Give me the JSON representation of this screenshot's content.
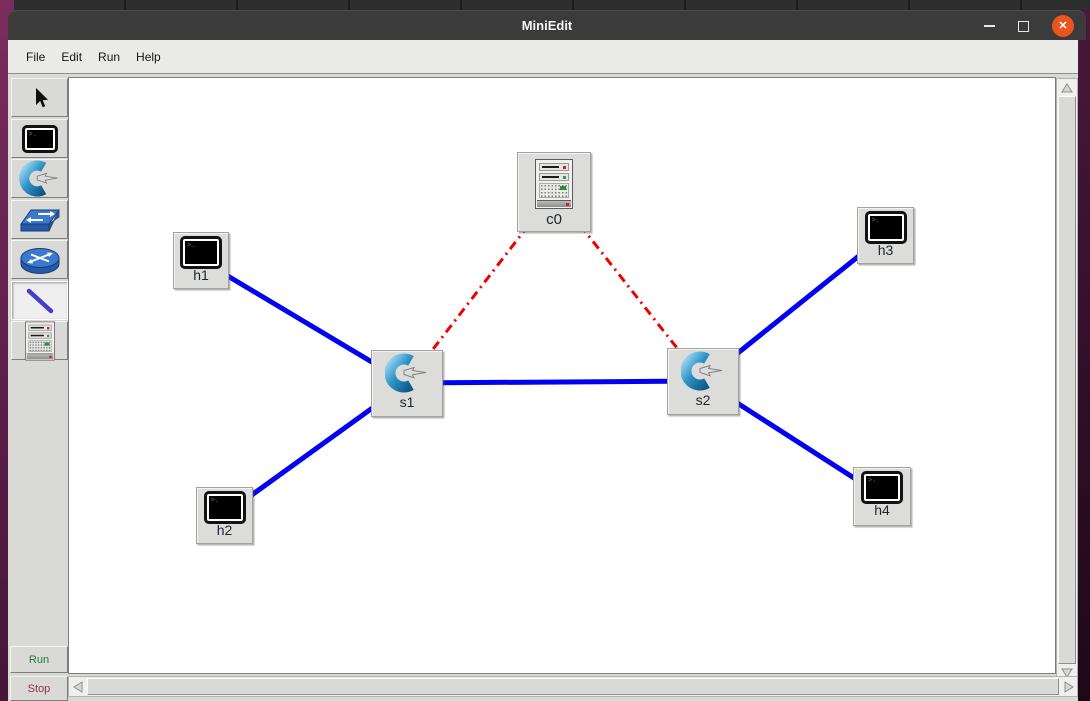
{
  "titlebar": {
    "title": "MiniEdit",
    "controls": {
      "minimize": "minimize",
      "maximize": "maximize",
      "close": "✕"
    }
  },
  "menubar": {
    "items": [
      "File",
      "Edit",
      "Run",
      "Help"
    ]
  },
  "toolbar": {
    "tools": [
      {
        "name": "select-tool",
        "icon": "cursor-icon"
      },
      {
        "name": "host-tool",
        "icon": "host-terminal-icon"
      },
      {
        "name": "switch-tool",
        "icon": "openflow-switch-icon"
      },
      {
        "name": "legacy-switch-tool",
        "icon": "legacy-switch-icon"
      },
      {
        "name": "legacy-router-tool",
        "icon": "legacy-router-icon"
      },
      {
        "name": "netlink-tool",
        "icon": "link-line-icon",
        "selected": true
      },
      {
        "name": "controller-tool",
        "icon": "controller-tower-icon"
      }
    ]
  },
  "run_controls": {
    "run": "Run",
    "stop": "Stop"
  },
  "canvas": {
    "nodes": [
      {
        "id": "c0",
        "type": "controller",
        "label": "c0"
      },
      {
        "id": "s1",
        "type": "switch",
        "label": "s1"
      },
      {
        "id": "s2",
        "type": "switch",
        "label": "s2"
      },
      {
        "id": "h1",
        "type": "host",
        "label": "h1"
      },
      {
        "id": "h2",
        "type": "host",
        "label": "h2"
      },
      {
        "id": "h3",
        "type": "host",
        "label": "h3"
      },
      {
        "id": "h4",
        "type": "host",
        "label": "h4"
      }
    ],
    "links": [
      {
        "from": "h1",
        "to": "s1",
        "kind": "data"
      },
      {
        "from": "h2",
        "to": "s1",
        "kind": "data"
      },
      {
        "from": "s1",
        "to": "s2",
        "kind": "data"
      },
      {
        "from": "s2",
        "to": "h3",
        "kind": "data"
      },
      {
        "from": "s2",
        "to": "h4",
        "kind": "data"
      },
      {
        "from": "c0",
        "to": "s1",
        "kind": "control"
      },
      {
        "from": "c0",
        "to": "s2",
        "kind": "control"
      }
    ]
  },
  "colors": {
    "data_link": "#0202f0",
    "control_link": "#ee0000",
    "close_button": "#e9541f",
    "titlebar_bg": "#3b3b3b"
  }
}
